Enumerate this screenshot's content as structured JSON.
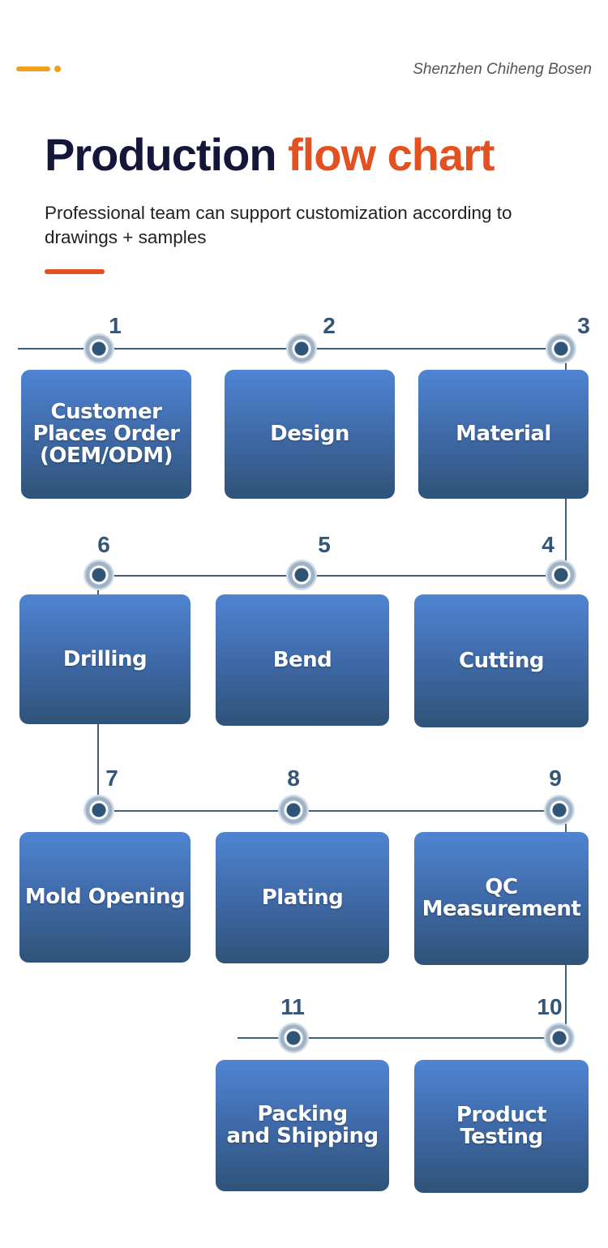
{
  "header": {
    "brand": "Shenzhen Chiheng Bosen",
    "title_main": "Production",
    "title_highlight": "flow chart",
    "subtitle": "Professional team can support customization according to drawings + samples"
  },
  "colors": {
    "accent_orange": "#f0a01a",
    "accent_red": "#e2511f",
    "title_dark": "#14173a",
    "step_box": "#3f6aa8",
    "connector": "#3d5f82"
  },
  "steps": [
    {
      "num": "1",
      "label": "Customer\nPlaces Order\n(OEM/ODM)"
    },
    {
      "num": "2",
      "label": "Design"
    },
    {
      "num": "3",
      "label": "Material"
    },
    {
      "num": "4",
      "label": "Cutting"
    },
    {
      "num": "5",
      "label": "Bend"
    },
    {
      "num": "6",
      "label": "Drilling"
    },
    {
      "num": "7",
      "label": "Mold Opening"
    },
    {
      "num": "8",
      "label": "Plating"
    },
    {
      "num": "9",
      "label": "QC\nMeasurement"
    },
    {
      "num": "10",
      "label": "Product Testing"
    },
    {
      "num": "11",
      "label": "Packing\nand Shipping"
    }
  ]
}
